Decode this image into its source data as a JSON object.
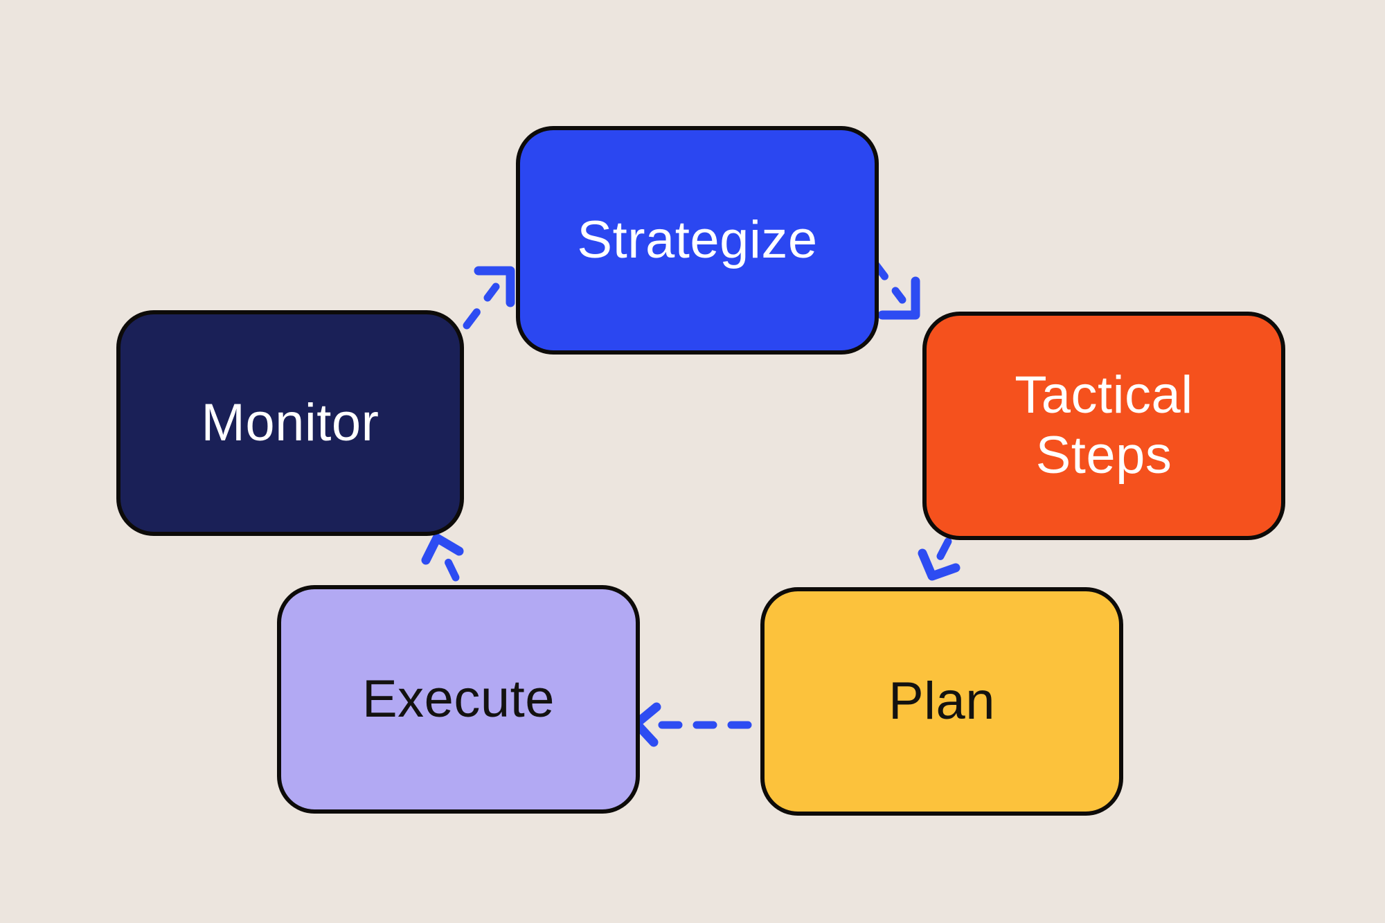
{
  "canvas": {
    "background_color": "#ece5de",
    "border_color": "#0d0b09"
  },
  "diagram": {
    "type": "cycle-flowchart",
    "nodes": [
      {
        "id": "strategize",
        "label": "Strategize",
        "bg_color": "#2b47f1",
        "text_color": "#ffffff"
      },
      {
        "id": "tactical",
        "label": "Tactical Steps",
        "bg_color": "#f5511d",
        "text_color": "#ffffff"
      },
      {
        "id": "plan",
        "label": "Plan",
        "bg_color": "#fcc23c",
        "text_color": "#131210"
      },
      {
        "id": "execute",
        "label": "Execute",
        "bg_color": "#b2a9f3",
        "text_color": "#131210"
      },
      {
        "id": "monitor",
        "label": "Monitor",
        "bg_color": "#1a2057",
        "text_color": "#ffffff"
      }
    ],
    "edges": [
      {
        "from": "strategize",
        "to": "tactical"
      },
      {
        "from": "tactical",
        "to": "plan"
      },
      {
        "from": "plan",
        "to": "execute"
      },
      {
        "from": "execute",
        "to": "monitor"
      },
      {
        "from": "monitor",
        "to": "strategize"
      }
    ],
    "edge_style": {
      "color": "#2d4cf2",
      "dashed": true
    }
  }
}
